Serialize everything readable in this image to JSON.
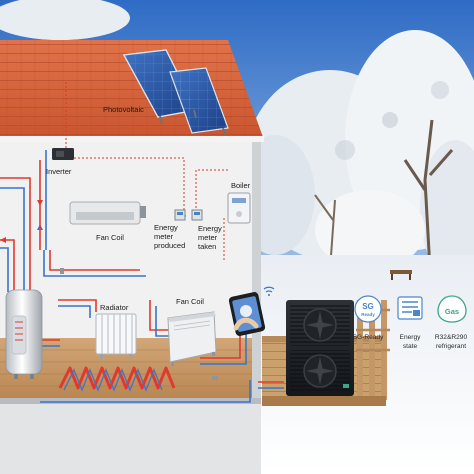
{
  "labels": {
    "photovoltaic": "Photovoltaic",
    "inverter": "Inverter",
    "boiler": "Boiler",
    "fan_coil_top": "Fan Coil",
    "energy_meter_produced": [
      "Energy",
      "meter",
      "produced"
    ],
    "energy_meter_taken": [
      "Energy",
      "meter",
      "taken"
    ],
    "radiator": "Radiator",
    "fan_coil_bottom": "Fan Coil"
  },
  "features": [
    {
      "icon": "sg-ready-icon",
      "badge_top": "SG",
      "badge_bottom": "Ready",
      "caption": [
        "SG-Ready"
      ],
      "color": "#4a86c8"
    },
    {
      "icon": "energy-state-icon",
      "badge_top": "",
      "badge_bottom": "",
      "caption": [
        "Energy",
        "state"
      ],
      "color": "#4a86c8"
    },
    {
      "icon": "gas-refrigerant-icon",
      "badge_top": "Gas",
      "badge_bottom": "",
      "caption": [
        "R32&R290",
        "refrigerant"
      ],
      "color": "#3aa58a"
    }
  ],
  "colors": {
    "roof": "#d9633a",
    "hot_pipe": "#e03a2f",
    "cold_pipe": "#3a74c9",
    "signal_line": "#d83a2a",
    "sky": "#3f7bd0",
    "floor": "#c89a6a"
  }
}
